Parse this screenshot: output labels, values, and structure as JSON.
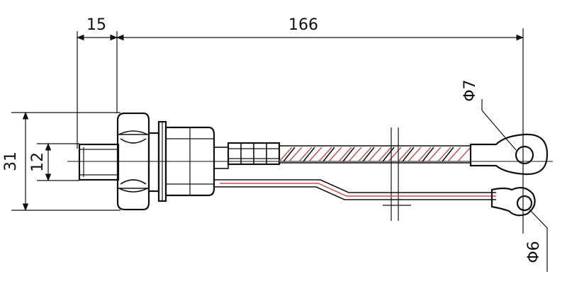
{
  "dimensions": {
    "stud_length": "15",
    "total_length": "166",
    "hex_height": "31",
    "stud_diameter": "12",
    "gate_terminal_hole": "Φ7",
    "cathode_terminal_hole": "Φ6"
  }
}
